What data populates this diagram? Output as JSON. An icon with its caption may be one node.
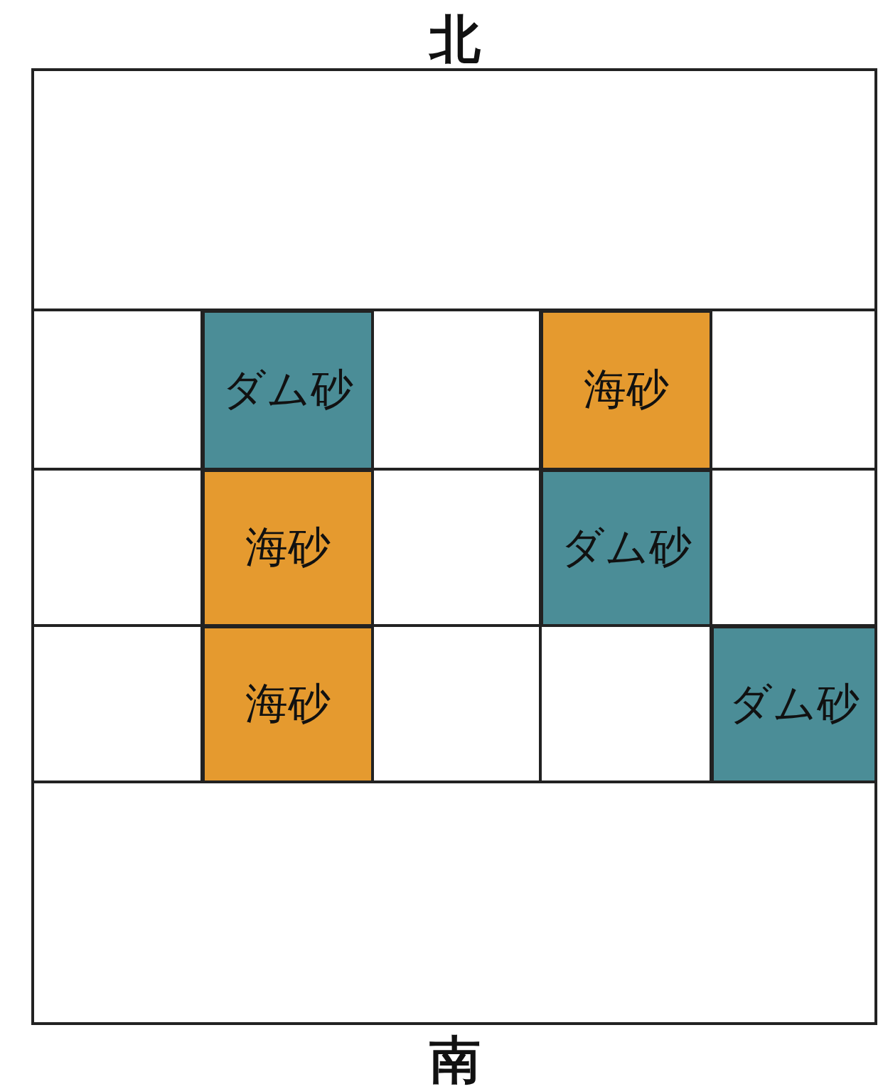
{
  "diagram": {
    "nodes": [
      {
        "text": [
          "ダム砂"
        ]
      },
      {
        "text": [
          "海砂"
        ]
      },
      {
        "text": [
          "海砂"
        ]
      },
      {
        "text": [
          "ダム砂"
        ]
      },
      {
        "text": [
          "海砂"
        ]
      },
      {
        "text": [
          "ダム砂"
        ]
      }
    ],
    "labels": [
      "北",
      "南"
    ]
  }
}
